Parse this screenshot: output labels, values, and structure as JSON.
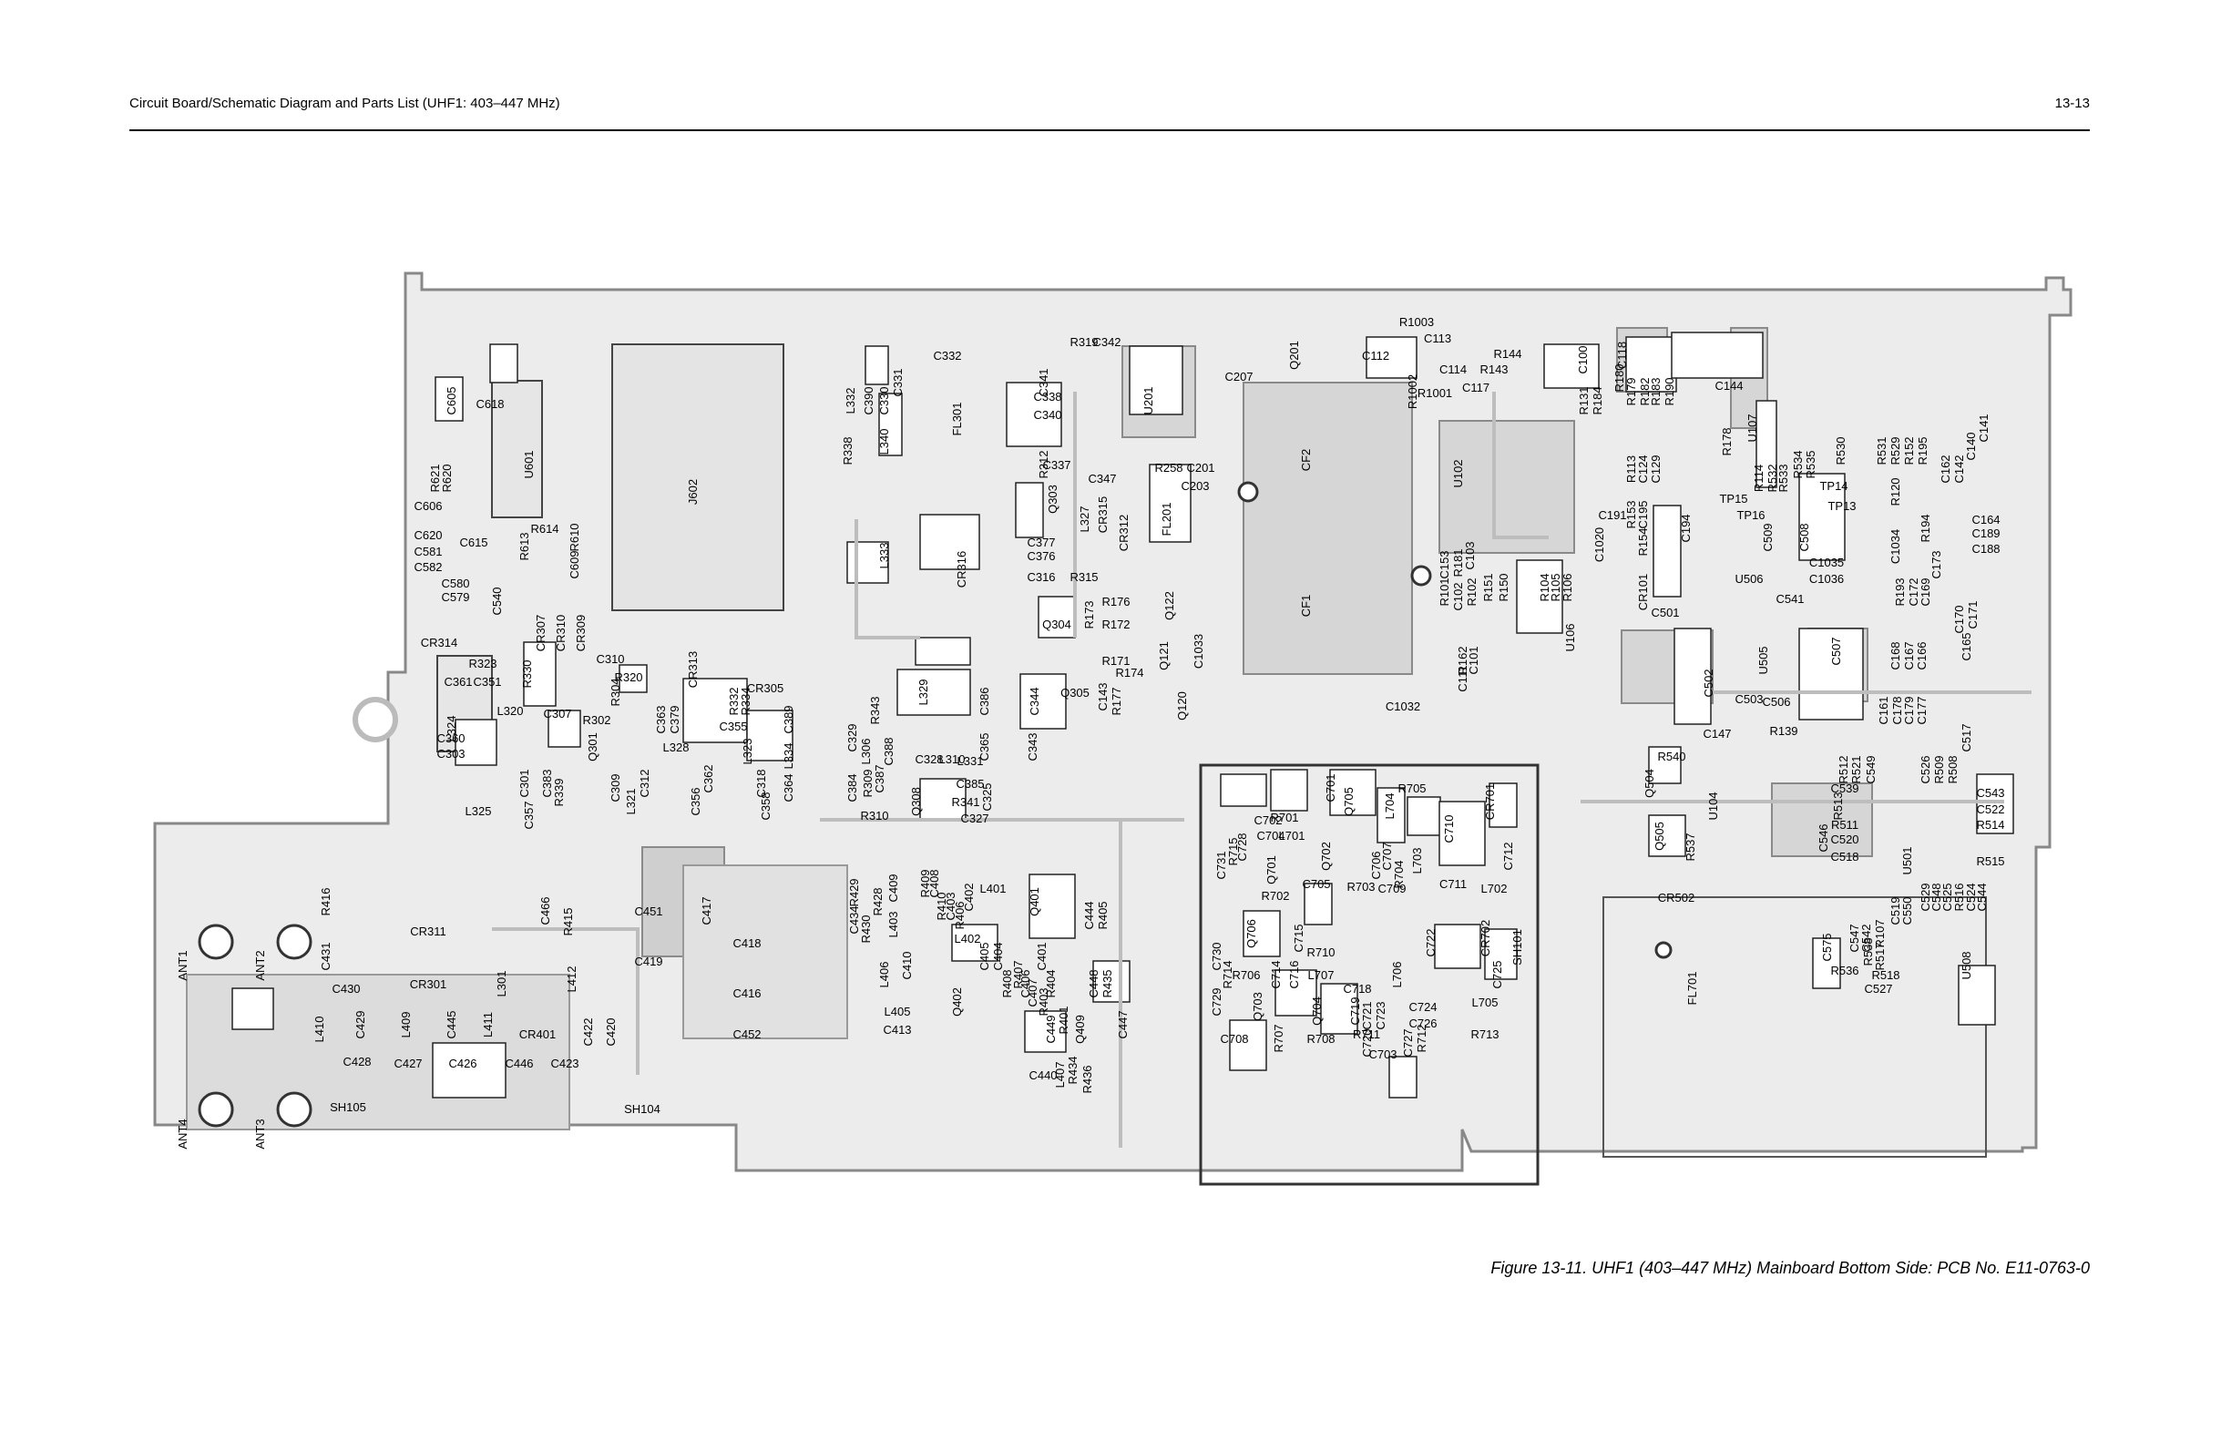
{
  "header": {
    "title": "Circuit Board/Schematic Diagram and Parts List (UHF1: 403–447 MHz)",
    "page_number": "13-13"
  },
  "figure": {
    "caption": "Figure 13-11. UHF1 (403–447 MHz) Mainboard Bottom Side: PCB No. E11-0763-0"
  },
  "board": {
    "labels": [
      "ANT1",
      "ANT2",
      "ANT3",
      "ANT4",
      "SH105",
      "SH104",
      "SH101",
      "C605",
      "C618",
      "U601",
      "R621",
      "R620",
      "C606",
      "C620",
      "C581",
      "C582",
      "C615",
      "R613",
      "R614",
      "R610",
      "C609",
      "C580",
      "C579",
      "C540",
      "J602",
      "CR314",
      "CR307",
      "CR310",
      "CR309",
      "R323",
      "C361",
      "C351",
      "R330",
      "C307",
      "L320",
      "L324",
      "C360",
      "C303",
      "C301",
      "L325",
      "C357",
      "Q301",
      "C383",
      "R339",
      "C309",
      "L321",
      "C312",
      "R304",
      "R320",
      "C310",
      "R302",
      "CR313",
      "C363",
      "C379",
      "L328",
      "C356",
      "C362",
      "L323",
      "C355",
      "R332",
      "R334",
      "CR305",
      "C389",
      "C364",
      "L334",
      "C358",
      "C318",
      "L332",
      "C390",
      "C330",
      "C331",
      "R338",
      "L340",
      "C332",
      "FL301",
      "C338",
      "C340",
      "C341",
      "L333",
      "CR316",
      "L329",
      "C343",
      "C344",
      "C386",
      "C365",
      "C329",
      "C384",
      "R309",
      "R310",
      "R343",
      "L306",
      "C387",
      "C388",
      "C328",
      "L310",
      "L331",
      "C385",
      "R341",
      "Q308",
      "C327",
      "C325",
      "C342",
      "R319",
      "U201",
      "C337",
      "R312",
      "Q303",
      "C347",
      "L327",
      "CR315",
      "CR312",
      "C377",
      "C376",
      "R315",
      "C316",
      "Q304",
      "R173",
      "R176",
      "R172",
      "Q122",
      "C143",
      "R177",
      "Q305",
      "R174",
      "R171",
      "Q121",
      "C1033",
      "Q120",
      "C207",
      "FL201",
      "C203",
      "C201",
      "R258",
      "Q201",
      "C112",
      "R1003",
      "C113",
      "C114",
      "R1002",
      "R1001",
      "C117",
      "R143",
      "R144",
      "CF2",
      "CF1",
      "U102",
      "C153",
      "R181",
      "C103",
      "R101",
      "C102",
      "R102",
      "R151",
      "R150",
      "R162",
      "C101",
      "C111",
      "C1032",
      "R104",
      "R105",
      "R106",
      "U106",
      "C100",
      "C118",
      "R131",
      "R184",
      "R180",
      "R179",
      "R182",
      "R183",
      "R190",
      "C144",
      "R178",
      "U107",
      "R113",
      "C124",
      "C129",
      "R153",
      "C195",
      "R154",
      "C194",
      "C1020",
      "C191",
      "CR101",
      "C501",
      "U506",
      "C541",
      "R114",
      "R532",
      "R533",
      "R534",
      "R535",
      "R530",
      "TP15",
      "TP16",
      "TP14",
      "TP13",
      "C509",
      "C508",
      "C1035",
      "C1036",
      "R531",
      "R529",
      "R152",
      "R195",
      "R120",
      "C162",
      "C142",
      "C140",
      "C141",
      "R194",
      "C164",
      "C189",
      "C188",
      "C1034",
      "R193",
      "C172",
      "C169",
      "C173",
      "C170",
      "C171",
      "C165",
      "C161",
      "C178",
      "C179",
      "C177",
      "C168",
      "C167",
      "C166",
      "C502",
      "U505",
      "C507",
      "C503",
      "C506",
      "R139",
      "C147",
      "R540",
      "Q504",
      "Q505",
      "U104",
      "R537",
      "CR502",
      "FL701",
      "C575",
      "R512",
      "R521",
      "C549",
      "R513",
      "C539",
      "R511",
      "C520",
      "C518",
      "C546",
      "C526",
      "R509",
      "R508",
      "C517",
      "C543",
      "C522",
      "R514",
      "U501",
      "R515",
      "C529",
      "C548",
      "C525",
      "R516",
      "C524",
      "C544",
      "R536",
      "C547",
      "C542",
      "R107",
      "R538",
      "R517",
      "C519",
      "C550",
      "R518",
      "C527",
      "U508",
      "C701",
      "Q705",
      "C731",
      "R715",
      "C728",
      "C702",
      "R701",
      "C704",
      "L701",
      "Q701",
      "Q702",
      "C705",
      "R702",
      "L704",
      "L703",
      "C706",
      "C707",
      "C709",
      "R703",
      "R704",
      "R705",
      "C710",
      "CR701",
      "C712",
      "L702",
      "C711",
      "Q706",
      "C715",
      "C730",
      "R714",
      "C729",
      "C714",
      "C716",
      "R706",
      "Q703",
      "R710",
      "L707",
      "Q704",
      "C718",
      "C719",
      "C721",
      "C723",
      "C722",
      "CR702",
      "C725",
      "L706",
      "C724",
      "C726",
      "L705",
      "C720",
      "C727",
      "R712",
      "R713",
      "R711",
      "R707",
      "R708",
      "C708",
      "C703",
      "C434",
      "R429",
      "R430",
      "R428",
      "L403",
      "C409",
      "R409",
      "C408",
      "R410",
      "C403",
      "R406",
      "C402",
      "L401",
      "Q401",
      "C444",
      "R405",
      "L402",
      "C405",
      "C404",
      "C410",
      "L406",
      "R408",
      "R407",
      "C407",
      "C401",
      "R404",
      "C406",
      "R403",
      "Q402",
      "L405",
      "C448",
      "R435",
      "C449",
      "C413",
      "Q409",
      "R401",
      "C447",
      "L407",
      "R434",
      "R436",
      "C440",
      "R416",
      "C431",
      "CR311",
      "CR301",
      "C430",
      "L410",
      "C429",
      "L409",
      "C445",
      "L301",
      "L411",
      "C466",
      "R415",
      "L412",
      "C451",
      "C417",
      "C419",
      "C418",
      "C416",
      "C452",
      "CR401",
      "C422",
      "C420",
      "C428",
      "C427",
      "C426",
      "C423",
      "C446"
    ]
  }
}
